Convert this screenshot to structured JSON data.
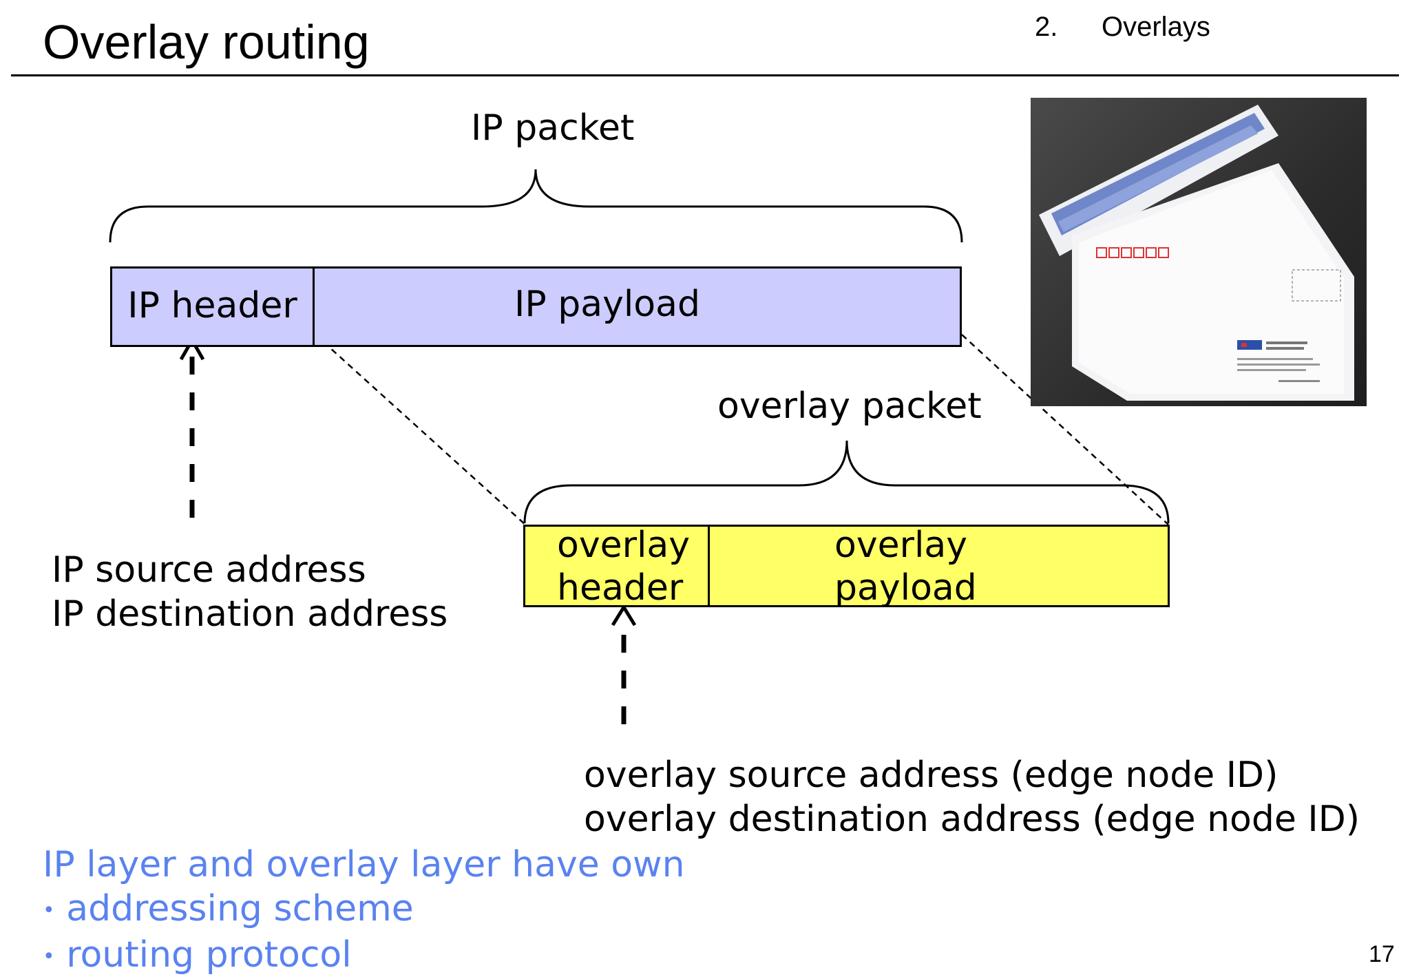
{
  "header": {
    "title": "Overlay routing",
    "section_number": "2.",
    "section_name": "Overlays"
  },
  "diagram": {
    "ip_packet_label": "IP packet",
    "ip_header_label": "IP header",
    "ip_payload_label": "IP payload",
    "ip_addresses": [
      "IP source address",
      "IP destination address"
    ],
    "overlay_packet_label": "overlay packet",
    "overlay_header_label": [
      "overlay",
      "header"
    ],
    "overlay_payload_label": [
      "overlay",
      "payload"
    ],
    "overlay_addresses": [
      "overlay source address (edge node ID)",
      "overlay destination address (edge node ID)"
    ],
    "ip_box_color": "#ccccff",
    "overlay_box_color": "#ffff66"
  },
  "note": {
    "intro": "IP layer and overlay layer have own",
    "bullets": [
      "addressing scheme",
      "routing protocol"
    ],
    "color": "#5a82f0"
  },
  "photo": {
    "icon": "envelope-photo"
  },
  "footer": {
    "page_number": "17"
  }
}
